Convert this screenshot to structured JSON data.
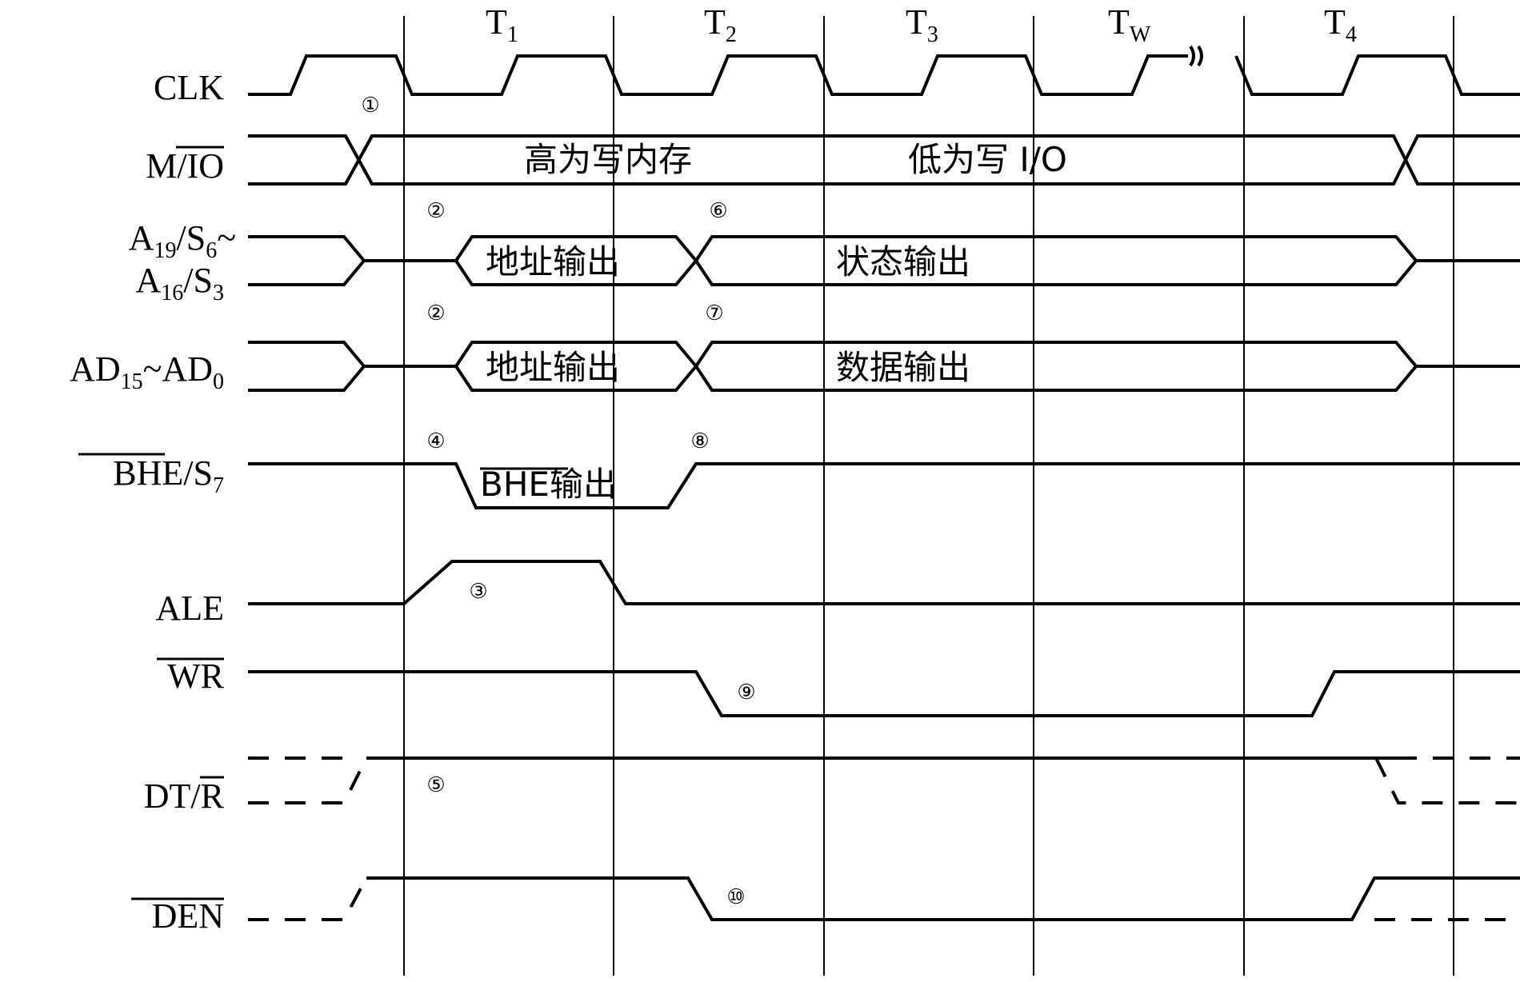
{
  "periods": [
    {
      "main": "T",
      "sub": "1"
    },
    {
      "main": "T",
      "sub": "2"
    },
    {
      "main": "T",
      "sub": "3"
    },
    {
      "main": "T",
      "sub": "W"
    },
    {
      "main": "T",
      "sub": "4"
    }
  ],
  "signals": {
    "clk": "CLK",
    "mio_a": "M/",
    "mio_b": "IO",
    "a19_a": "A",
    "a19_s1": "19",
    "a19_b": "/S",
    "a19_s2": "6",
    "a19_c": "~",
    "a16_a": "A",
    "a16_s1": "16",
    "a16_b": "/S",
    "a16_s2": "3",
    "ad_a": "AD",
    "ad_s1": "15",
    "ad_b": "~AD",
    "ad_s2": "0",
    "bhe_a": "BHE",
    "bhe_b": "/S",
    "bhe_s": "7",
    "ale": "ALE",
    "wr": "WR",
    "dtr_a": "DT/",
    "dtr_b": "R",
    "den": "DEN"
  },
  "bus_text": {
    "mio_high": "高为写内存",
    "mio_low": "低为写 I/O",
    "addr_out_1": "地址输出",
    "status_out": "状态输出",
    "addr_out_2": "地址输出",
    "data_out": "数据输出",
    "bhe_out_a": "BHE",
    "bhe_out_b": "输出"
  },
  "markers": [
    "①",
    "②",
    "②",
    "④",
    "③",
    "⑤",
    "⑥",
    "⑦",
    "⑧",
    "⑨",
    "⑩"
  ]
}
